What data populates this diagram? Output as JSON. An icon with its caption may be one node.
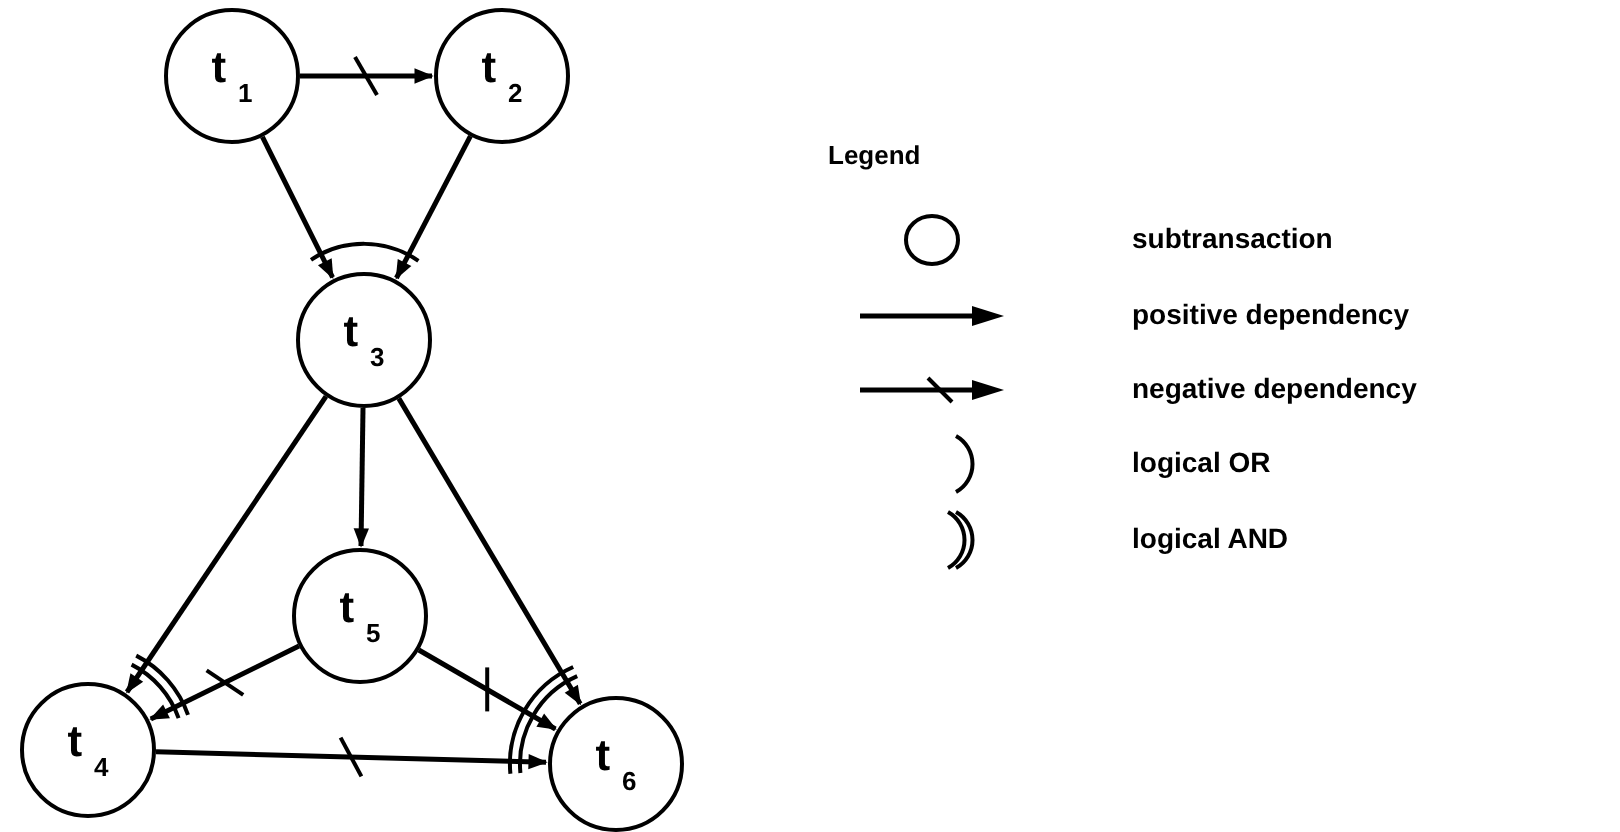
{
  "diagram": {
    "nodes": [
      {
        "text": [
          "t$_{1}$"
        ]
      },
      {
        "text": [
          "t$_{2}$"
        ]
      },
      {
        "text": [
          "t$_{3}$"
        ]
      },
      {
        "text": [
          "t$_{5}$"
        ]
      },
      {
        "text": [
          "t$_{4}$"
        ]
      },
      {
        "text": [
          "t$_{6}$"
        ]
      }
    ],
    "edges": [
      {
        "from": 0,
        "to": 1,
        "arrow": "to"
      },
      {
        "from": 0,
        "to": 2,
        "arrow": "to"
      },
      {
        "from": 1,
        "to": 2,
        "arrow": "to"
      },
      {
        "from": 2,
        "to": 3,
        "arrow": "to"
      },
      {
        "from": 2,
        "to": 4,
        "arrow": "to"
      },
      {
        "from": 3,
        "to": 4,
        "arrow": "to"
      },
      {
        "from": 2,
        "to": 5,
        "arrow": "to"
      },
      {
        "from": 3,
        "to": 5,
        "arrow": "to"
      },
      {
        "from": 4,
        "to": 5,
        "arrow": "to"
      }
    ],
    "labels": [
      "Legend"
    ],
    "legend": [
      {
        "text": "subtransaction"
      },
      {
        "text": "positive dependency"
      },
      {
        "text": "negative dependency"
      },
      {
        "text": "logical OR"
      },
      {
        "text": "logical AND"
      }
    ]
  }
}
